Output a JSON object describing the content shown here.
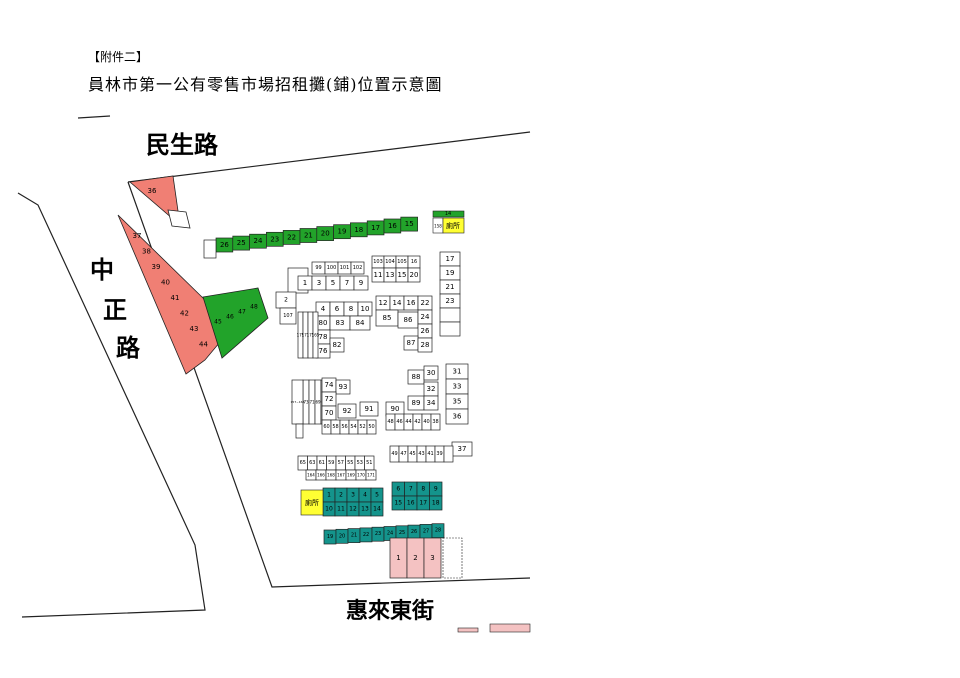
{
  "header": {
    "annex_label": "【附件二】",
    "title": "員林市第一公有零售市場招租攤(鋪)位置示意圖"
  },
  "roads": {
    "minsheng": "民生路",
    "zhongzheng": [
      "中",
      "正",
      "路"
    ],
    "huilai": "惠來東街"
  },
  "labels": {
    "toilet_top": "廁所",
    "toilet_bottom": "廁所"
  },
  "colors": {
    "red_stall": "#f07f74",
    "green_stall": "#22a32a",
    "teal_stall": "#14948c",
    "pink_stall": "#f4c2c2",
    "yellow_toilet": "#ffff33",
    "white_stall": "#ffffff",
    "outline": "#222222"
  },
  "stalls": {
    "red_top": "36",
    "red_strip": [
      "37",
      "38",
      "39",
      "40",
      "41",
      "42",
      "43",
      "44"
    ],
    "green_top": [
      "26",
      "25",
      "24",
      "23",
      "22",
      "21",
      "20",
      "19",
      "18",
      "17",
      "16",
      "15"
    ],
    "green_mid": [
      "45",
      "46",
      "47",
      "48"
    ],
    "green_small": "14",
    "white_tiny_top": "158",
    "block_a_row": [
      "99",
      "100",
      "101",
      "102"
    ],
    "block_a_row2": [
      "1",
      "3",
      "5",
      "7",
      "9"
    ],
    "block_b_row1": [
      "103",
      "104",
      "105",
      "16"
    ],
    "block_b_row2": [
      "11",
      "13",
      "15",
      "20"
    ],
    "right_col": [
      "17",
      "19",
      "21",
      "23"
    ],
    "left_cluster": [
      "2",
      "107"
    ],
    "c_row1": [
      "4",
      "6",
      "8",
      "10"
    ],
    "c_side": [
      "80",
      "83",
      "84",
      "78",
      "82",
      "76"
    ],
    "vert_a": [
      "179",
      "177",
      "175",
      "165"
    ],
    "d_row": [
      "12",
      "14",
      "16",
      "22"
    ],
    "d_more": [
      "85",
      "86",
      "24",
      "26",
      "87",
      "28"
    ],
    "e_left_col": [
      "73",
      "71",
      "69",
      "67"
    ],
    "e_stack": [
      "74",
      "93",
      "72",
      "70",
      "92",
      "91"
    ],
    "e_bottom": [
      "60",
      "58",
      "56",
      "54",
      "52",
      "50"
    ],
    "e_left_range": "157~163",
    "f_stack": [
      "88",
      "30",
      "32",
      "89",
      "34",
      "90"
    ],
    "f_bottom": [
      "48",
      "46",
      "44",
      "42",
      "40",
      "38"
    ],
    "far_right": [
      "31",
      "33",
      "35",
      "36",
      "37"
    ],
    "g_row": [
      "65",
      "63",
      "61",
      "59",
      "57",
      "55",
      "53",
      "51"
    ],
    "g_row2": [
      "164",
      "166",
      "168",
      "167",
      "169",
      "170",
      "171"
    ],
    "h_row": [
      "49",
      "47",
      "45",
      "43",
      "41",
      "39"
    ],
    "teal_row1": [
      "1",
      "2",
      "3",
      "4",
      "5",
      "6",
      "7",
      "8",
      "9"
    ],
    "teal_row2": [
      "10",
      "11",
      "12",
      "13",
      "14",
      "15",
      "16",
      "17",
      "18"
    ],
    "teal_row3": [
      "19",
      "20",
      "21",
      "22",
      "23",
      "24",
      "25",
      "26",
      "27",
      "28"
    ],
    "pink_shops": [
      "1",
      "2",
      "3"
    ]
  }
}
